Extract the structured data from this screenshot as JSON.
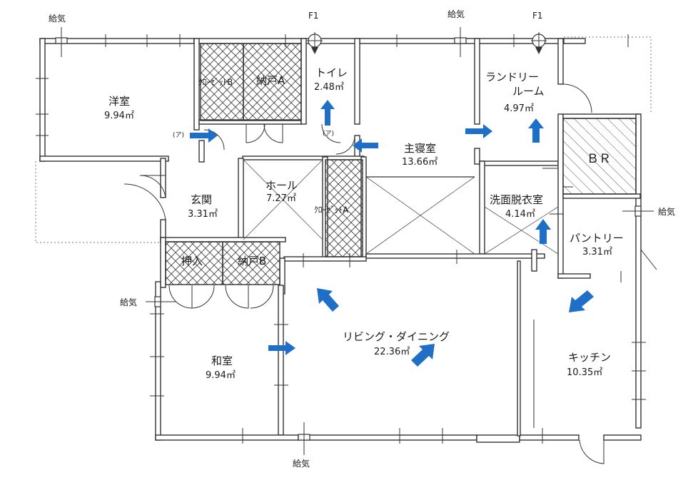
{
  "rooms": {
    "youshitsu": {
      "name": "洋室",
      "area": "9.94㎡"
    },
    "toilet": {
      "name": "トイレ",
      "area": "2.48㎡"
    },
    "shushinshitsu": {
      "name": "主寝室",
      "area": "13.66㎡"
    },
    "laundry": {
      "name1": "ランドリー",
      "name2": "ルーム",
      "area": "4.97㎡"
    },
    "genkan": {
      "name": "玄関",
      "area": "3.31㎡"
    },
    "hall": {
      "name": "ホール",
      "area": "7.27㎡"
    },
    "senmen": {
      "name": "洗面脱衣室",
      "area": "4.14㎡"
    },
    "pantry": {
      "name": "パントリー",
      "area": "3.31㎡"
    },
    "washitsu": {
      "name": "和室",
      "area": "9.94㎡"
    },
    "living": {
      "name": "リビング・ダイニング",
      "area": "22.36㎡"
    },
    "kitchen": {
      "name": "キッチン",
      "area": "10.35㎡"
    }
  },
  "storage": {
    "closet_b": "ｸﾛｰｾﾞｯﾄB",
    "nando_a": "納戸A",
    "closet_a": "ｸﾛｰｾﾞｯﾄA",
    "br": "ＢＲ",
    "oshiire": "押入",
    "nando_b": "納戸B"
  },
  "markers": {
    "kyuki": "給気",
    "f1": "F1",
    "a_mark": "(ア)"
  },
  "colors": {
    "arrow": "#1f6fc6",
    "wall": "#333333"
  }
}
